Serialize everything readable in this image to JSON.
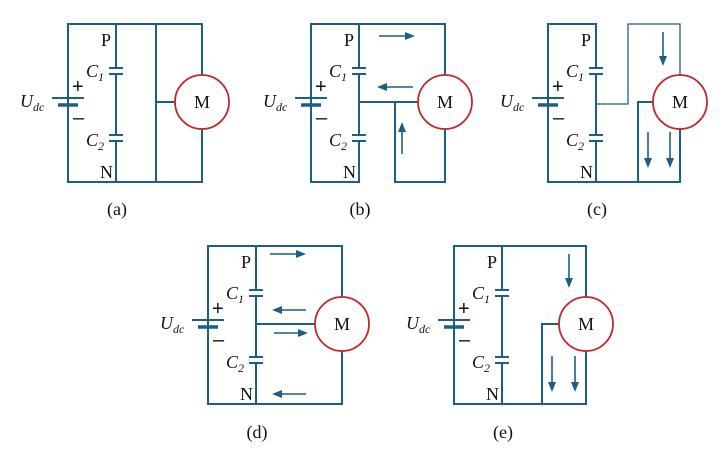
{
  "labels": {
    "node_p": "P",
    "node_n": "N",
    "cap1": "C",
    "cap1_sub": "1",
    "cap2": "C",
    "cap2_sub": "2",
    "source": "U",
    "source_sub": "dc",
    "plus": "+",
    "minus": "–",
    "motor": "M"
  },
  "panels": [
    {
      "caption": "(a)"
    },
    {
      "caption": "(b)"
    },
    {
      "caption": "(c)"
    },
    {
      "caption": "(d)"
    },
    {
      "caption": "(e)"
    }
  ],
  "colors": {
    "wire": "#1b5f84",
    "motor_outline": "#c0282b",
    "text": "#111111"
  }
}
